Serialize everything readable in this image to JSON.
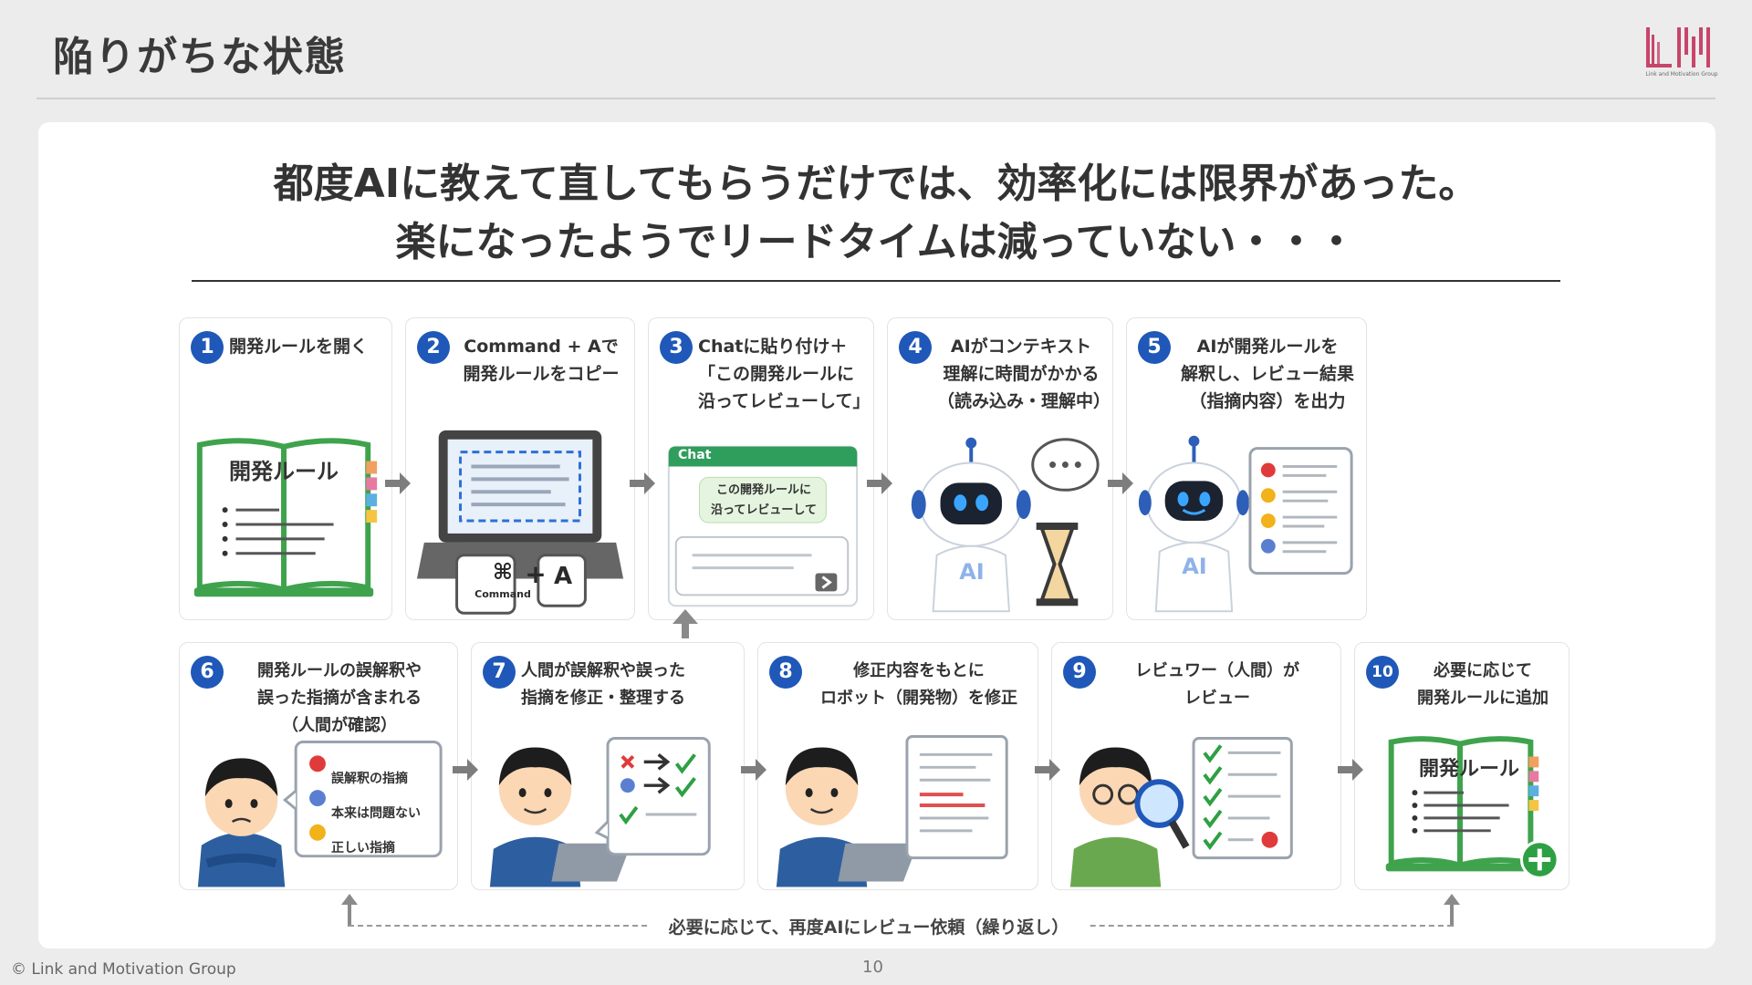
{
  "header": {
    "title": "陥りがちな状態"
  },
  "logo": {
    "subtitle": "Link and Motivation Group"
  },
  "lead": {
    "line1": "都度AIに教えて直してもらうだけでは、効率化には限界があった。",
    "line2": "楽になったようでリードタイムは減っていない・・・"
  },
  "steps": [
    {
      "num": "1",
      "label": "開発ルールを開く"
    },
    {
      "num": "2",
      "label": "Command + Aで\n開発ルールをコピー"
    },
    {
      "num": "3",
      "label": "Chatに貼り付け＋\n「この開発ルールに\n沿ってレビューして」"
    },
    {
      "num": "4",
      "label": "AIがコンテキスト\n理解に時間がかかる\n（読み込み・理解中）"
    },
    {
      "num": "5",
      "label": "AIが開発ルールを\n解釈し、レビュー結果\n（指摘内容）を出力"
    },
    {
      "num": "6",
      "label": "開発ルールの誤解釈や\n誤った指摘が含まれる\n（人間が確認）"
    },
    {
      "num": "7",
      "label": "人間が誤解釈や誤った\n指摘を修正・整理する"
    },
    {
      "num": "8",
      "label": "修正内容をもとに\nロボット（開発物）を修正"
    },
    {
      "num": "9",
      "label": "レビュワー（人間）が\nレビュー"
    },
    {
      "num": "10",
      "label": "必要に応じて\n開発ルールに追加"
    }
  ],
  "book": {
    "title": "開発ルール"
  },
  "keys": {
    "cmd_symbol": "⌘",
    "cmd_label": "Command",
    "plus": "+",
    "a_key": "A"
  },
  "chat": {
    "header": "Chat",
    "bubble_line1": "この開発ルールに",
    "bubble_line2": "沿ってレビューして"
  },
  "robot": {
    "label": "AI"
  },
  "step6_checks": [
    "誤解釈の指摘",
    "本来は問題ない",
    "正しい指摘"
  ],
  "loop": {
    "caption": "必要に応じて、再度AIにレビュー依頼（繰り返し）"
  },
  "footer": {
    "copyright": "© Link and Motivation Group",
    "page": "10"
  },
  "colors": {
    "badge": "#1f58b8",
    "book_green": "#3fa34d",
    "chat_green": "#2f9d5c",
    "check_green": "#2ea043",
    "error_red": "#e03b3b",
    "warn_yellow": "#f1b21a",
    "question_blue": "#5a7fd1"
  }
}
